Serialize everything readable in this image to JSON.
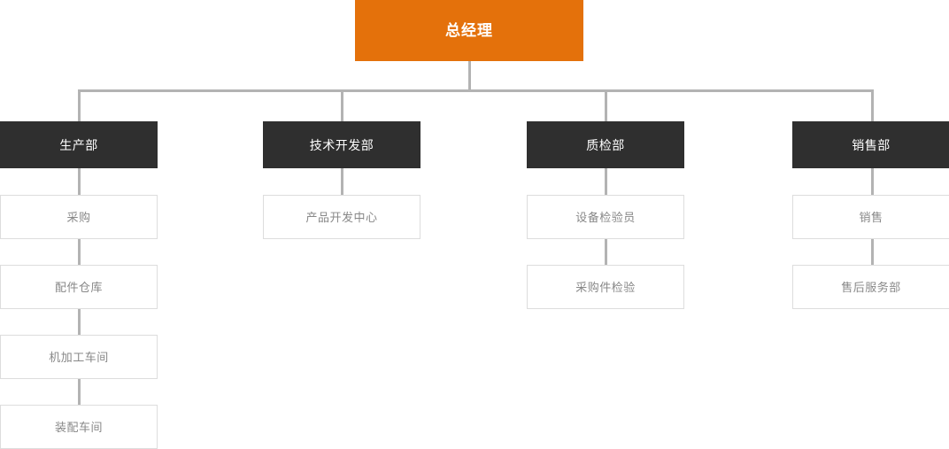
{
  "chart": {
    "type": "org-chart",
    "title": "",
    "colors": {
      "root_background": "#e4710b",
      "root_text": "#ffffff",
      "department_background": "#2f2f2f",
      "department_text": "#ffffff",
      "sub_background": "#ffffff",
      "sub_border": "#dddddd",
      "sub_text": "#888888",
      "connector": "#b3b3b3",
      "page_background": "#ffffff"
    },
    "root": {
      "label": "总经理"
    },
    "branches": [
      {
        "department": "生产部",
        "children": [
          "采购",
          "配件仓库",
          "机加工车间",
          "装配车间"
        ]
      },
      {
        "department": "技术开发部",
        "children": [
          "产品开发中心"
        ]
      },
      {
        "department": "质检部",
        "children": [
          "设备检验员",
          "采购件检验"
        ]
      },
      {
        "department": "销售部",
        "children": [
          "销售",
          "售后服务部"
        ]
      }
    ]
  }
}
